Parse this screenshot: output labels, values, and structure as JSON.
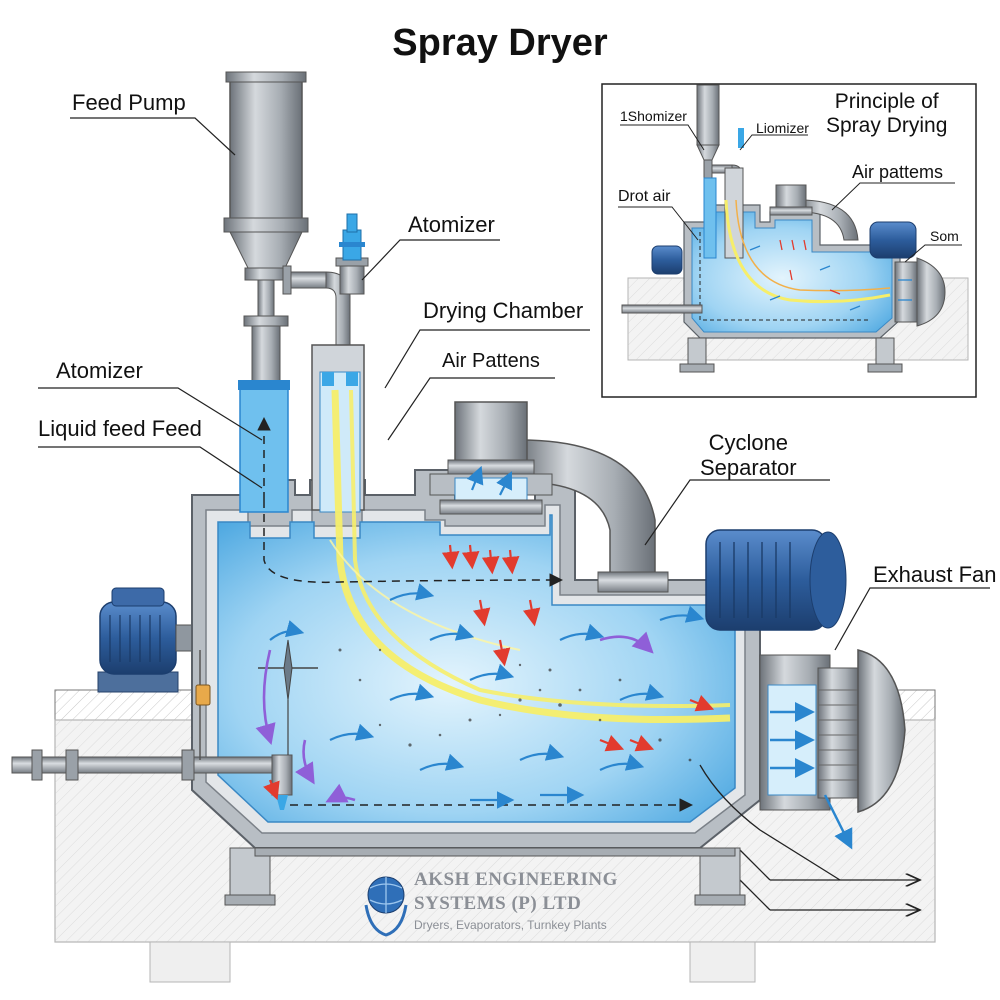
{
  "title": "Spray Dryer",
  "labels": {
    "feed_pump": "Feed Pump",
    "atomizer_top": "Atomizer",
    "drying_chamber": "Drying Chamber",
    "air_patterns": "Air Pattens",
    "atomizer_left": "Atomizer",
    "liquid_feed": "Liquid feed Feed",
    "cyclone_separator_line1": "Cyclone",
    "cyclone_separator_line2": "Separator",
    "exhaust_fan": "Exhaust Fan"
  },
  "inset": {
    "title_line1": "Principle of",
    "title_line2": "Spray Drying",
    "atomizer_left": "1Shomizer",
    "atomizer_right": "Liomizer",
    "drot_air": "Drot air",
    "air_patterns": "Air pattems",
    "som": "Som"
  },
  "logo": {
    "line1": "AKSH ENGINEERING",
    "line2": "SYSTEMS (P) LTD",
    "tagline": "Dryers, Evaporators, Turnkey Plants"
  },
  "colors": {
    "chamber_fill": "#bfe3f7",
    "chamber_deep": "#5fb4e8",
    "steel": "#9aa1a8",
    "motor": "#2e5f9e",
    "feed_blue": "#3aa7e6",
    "hot_air": "#f2e65a",
    "arrow_blue": "#2a86cf",
    "arrow_red": "#e23b2e",
    "arrow_purple": "#8f5fd8"
  }
}
